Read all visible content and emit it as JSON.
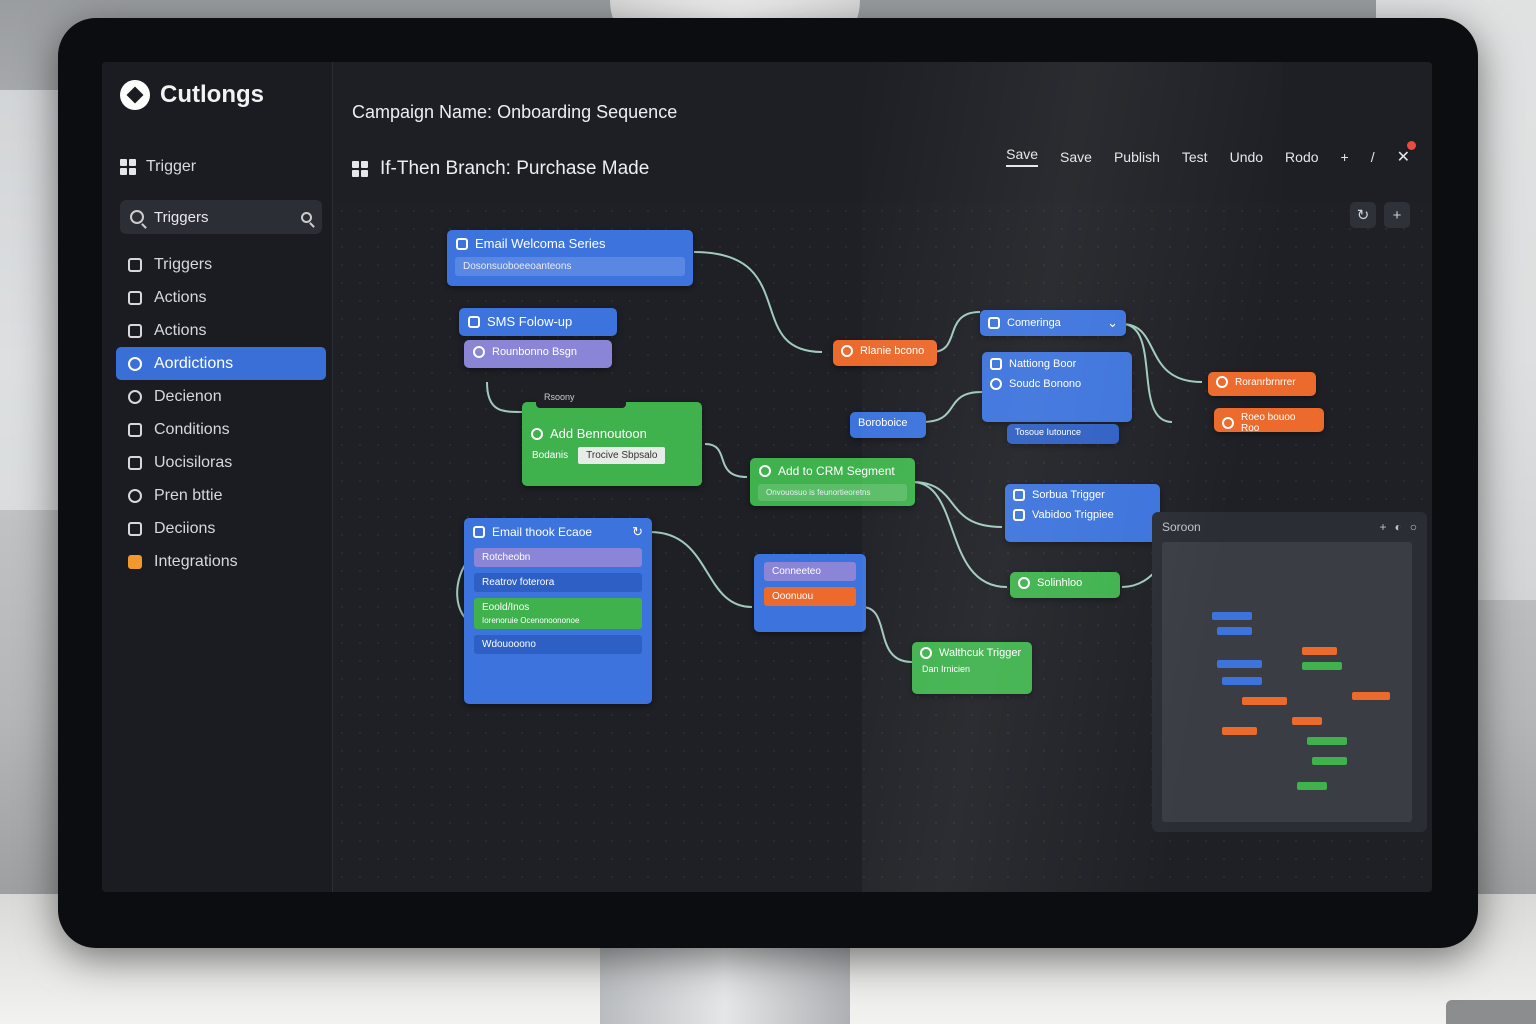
{
  "app": {
    "name": "Cutlongs"
  },
  "sidebar": {
    "header": "Trigger",
    "search_placeholder": "Triggers",
    "items": [
      {
        "label": "Triggers"
      },
      {
        "label": "Actions"
      },
      {
        "label": "Actions"
      },
      {
        "label": "Aordictions",
        "active": true
      },
      {
        "label": "Decienon"
      },
      {
        "label": "Conditions"
      },
      {
        "label": "Uocisiloras"
      },
      {
        "label": "Pren bttie"
      },
      {
        "label": "Deciions"
      },
      {
        "label": "Integrations"
      }
    ]
  },
  "header": {
    "campaign": "Campaign Name: Onboarding Sequence",
    "branch": "If-Then Branch: Purchase Made"
  },
  "toolbar": {
    "save_active": "Save",
    "save": "Save",
    "publish": "Publish",
    "test": "Test",
    "undo": "Undo",
    "redo": "Rodo",
    "add": "+",
    "slash": "/",
    "close": "✕"
  },
  "canvas_tools": {
    "refresh": "↻",
    "add": "+"
  },
  "nodes": {
    "email_welcome": {
      "title": "Email Welcoma Series",
      "sub": "Dosonsuoboeeoanteons"
    },
    "sms_follow": {
      "title": "SMS Folow-up",
      "sub": "Rounbonno Bsgn"
    },
    "add_behavior": {
      "top": "Rsoony",
      "title": "Add Bennoutoon",
      "sub1": "Bodanis",
      "sub2": "Trocive Sbpsalo"
    },
    "oranie_bcono": {
      "title": "Rlanie bcono"
    },
    "boroboice": {
      "title": "Boroboice"
    },
    "crm_segment": {
      "title": "Add to CRM Segment",
      "sub": "Onvouosuo is feunortieoretns"
    },
    "comerings": {
      "title": "Comeringa"
    },
    "nationg_boor": {
      "title": "Nattiong Boor",
      "sub": "Soudc Bonono"
    },
    "rooxse": {
      "title": "Tosoue Iutounce"
    },
    "orange_r1": {
      "title": "Roranrbrnrrer"
    },
    "orange_r2": {
      "title": "Roeo bouoo Roo"
    },
    "sorbua": {
      "title": "Sorbua Trigger",
      "sub": "Vabidoo Trigpiee"
    },
    "solinloo": {
      "title": "Solinhloo"
    },
    "email_thook": {
      "title": "Email thook Ecaoe",
      "r1": "Rotcheobn",
      "r2": "Reatrov foterora",
      "r3": "Eoold/Inos",
      "r3sub": "Iorenoruie Ocenonoononoe",
      "r4": "Wdouooono"
    },
    "conneeo": {
      "title": "Conneeteo",
      "sub": "Ooonuou"
    },
    "webhook": {
      "title": "Walthcuk Trigger",
      "sub": "Dan Irnicien"
    }
  },
  "minimap": {
    "title": "Soroon",
    "controls": [
      "+",
      "◐",
      "○"
    ]
  },
  "colors": {
    "blue": "#3c73dc",
    "green": "#3fb24d",
    "orange": "#ec6a2c",
    "purple": "#8a85d6",
    "sidebar_active": "#3a6fd8"
  }
}
